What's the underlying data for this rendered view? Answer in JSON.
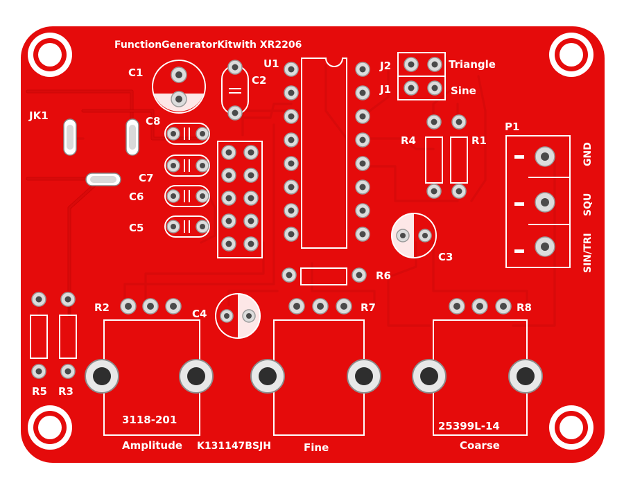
{
  "board": {
    "title": "FunctionGeneratorKitwith XR2206",
    "colors": {
      "board": "#e50b0b",
      "silkscreen": "#ffffff",
      "pad": "#dcdcdc",
      "background": "#ffffff"
    }
  },
  "labels": {
    "c1": "C1",
    "c2": "C2",
    "u1": "U1",
    "j2": "J2",
    "j1": "J1",
    "triangle": "Triangle",
    "sine": "Sine",
    "jk1": "JK1",
    "c8": "C8",
    "c7": "C7",
    "c6": "C6",
    "c5": "C5",
    "r4": "R4",
    "r1": "R1",
    "p1": "P1",
    "c3": "C3",
    "r6": "R6",
    "r2": "R2",
    "c4": "C4",
    "r7": "R7",
    "r8": "R8",
    "r5": "R5",
    "r3": "R3",
    "gnd": "GND",
    "squ": "SQU",
    "sin_tri": "SIN/TRI"
  },
  "potentiometers": {
    "amplitude_part": "3118-201",
    "amplitude_label": "Amplitude",
    "model": "K131147BSJH",
    "fine_label": "Fine",
    "coarse_part": "25399L-14",
    "coarse_label": "Coarse"
  },
  "icons": [
    "mounting-hole-icon",
    "electrolytic-capacitor-icon",
    "ceramic-capacitor-icon",
    "resistor-icon",
    "ic-socket-icon",
    "jumper-header-icon",
    "terminal-block-icon",
    "audio-jack-icon"
  ]
}
